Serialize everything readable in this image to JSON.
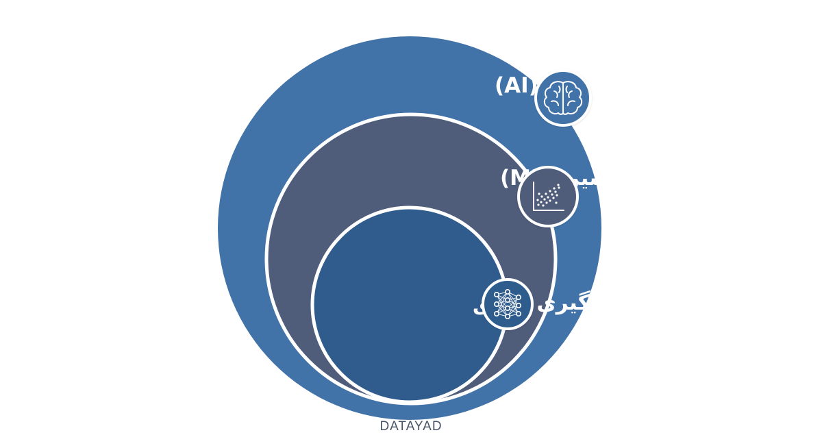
{
  "diagram": {
    "layers": [
      {
        "id": "ai",
        "label": "هوش مصنوعی (AI)",
        "color": "#4273a8",
        "icon": "brain-icon"
      },
      {
        "id": "ml",
        "label": "یادگیری ماشین (ML)",
        "color": "#4f5c7a",
        "icon": "scatter-plot-icon"
      },
      {
        "id": "dl",
        "label": "یادگیری عمیق",
        "color": "#2f5c8c",
        "icon": "neural-network-icon"
      }
    ]
  },
  "footer": {
    "brand": "DATAYAD"
  }
}
